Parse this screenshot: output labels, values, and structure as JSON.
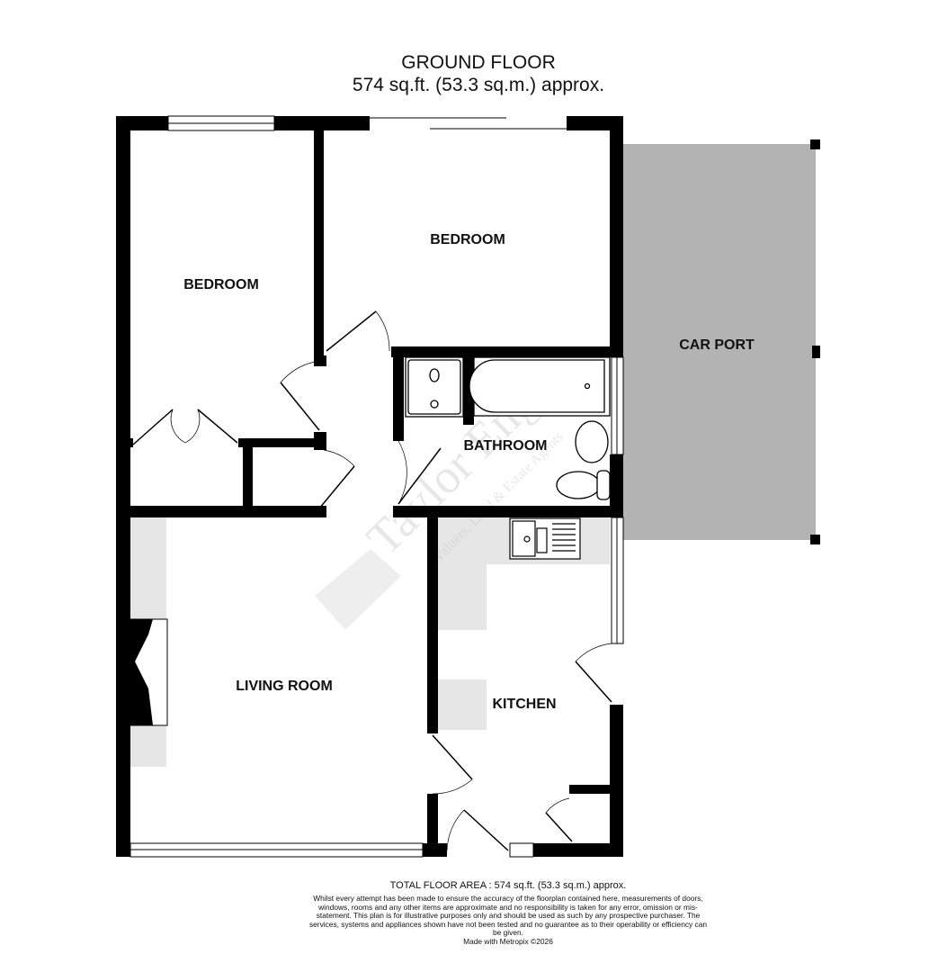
{
  "header": {
    "title": "GROUND FLOOR",
    "area": "574 sq.ft. (53.3 sq.m.) approx."
  },
  "rooms": {
    "bedroom_1": "BEDROOM",
    "bedroom_2": "BEDROOM",
    "bathroom": "BATHROOM",
    "car_port": "CAR PORT",
    "living_room": "LIVING ROOM",
    "kitchen": "KITCHEN"
  },
  "watermark": {
    "brand": "Taylor Engley",
    "tagline": "Valuers, Land & Estate Agents"
  },
  "colors": {
    "walls": "#000000",
    "car_port": "#b3b3b3",
    "fixtures": "#e6e6e6"
  },
  "footer": {
    "total": "TOTAL FLOOR AREA : 574 sq.ft. (53.3 sq.m.) approx.",
    "disclaimer": "Whilst every attempt has been made to ensure the accuracy of the floorplan contained here, measurements of doors, windows, rooms and any other items are approximate and no responsibility is taken for any error, omission or mis-statement. This plan is for illustrative purposes only and should be used as such by any prospective purchaser. The services, systems and appliances shown have not been tested and no guarantee as to their operability or efficiency can be given.",
    "made_with": "Made with Metropix ©2026"
  }
}
